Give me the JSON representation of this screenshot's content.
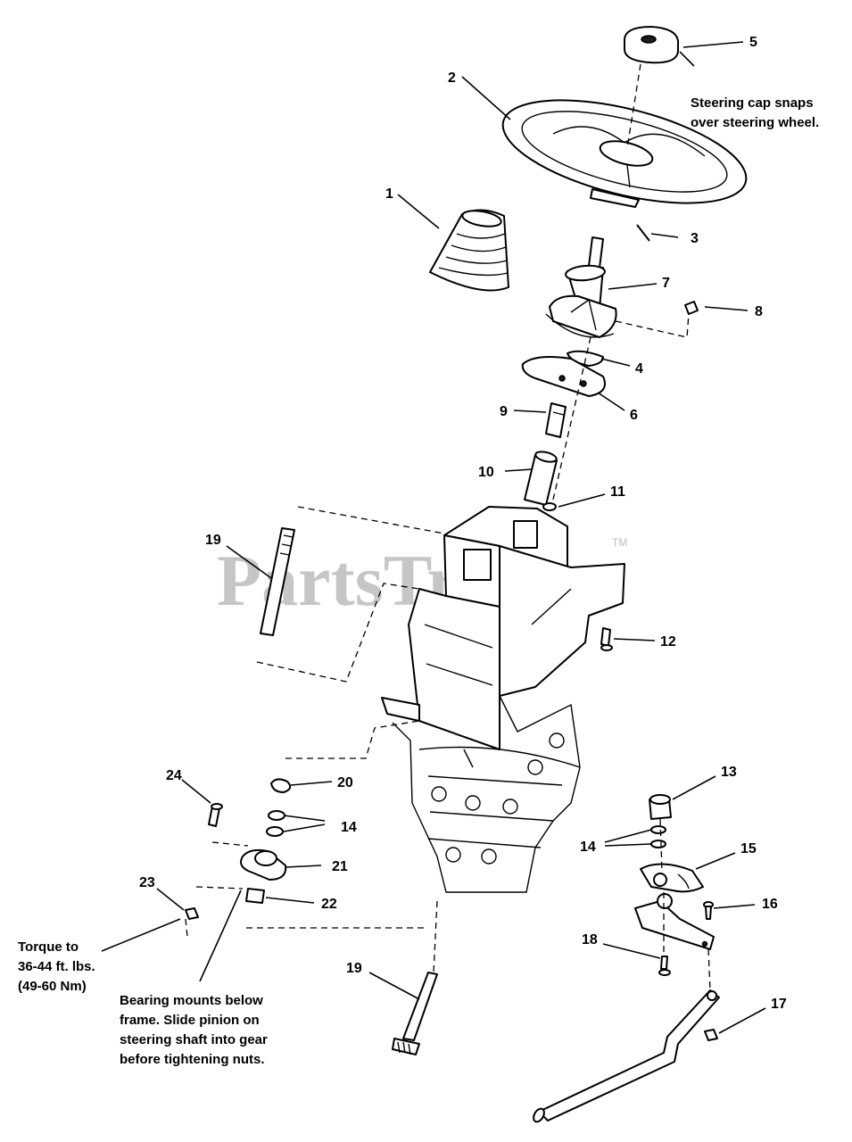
{
  "watermark": {
    "text": "PartsTree",
    "tm": "TM"
  },
  "callouts": {
    "c1": "1",
    "c2": "2",
    "c3": "3",
    "c4": "4",
    "c5": "5",
    "c6": "6",
    "c7": "7",
    "c8": "8",
    "c9": "9",
    "c10": "10",
    "c11": "11",
    "c12": "12",
    "c13": "13",
    "c14a": "14",
    "c14b": "14",
    "c15": "15",
    "c16": "16",
    "c17": "17",
    "c18": "18",
    "c19a": "19",
    "c19b": "19",
    "c20": "20",
    "c21": "21",
    "c22": "22",
    "c23": "23",
    "c24": "24"
  },
  "notes": {
    "steering_cap": [
      "Steering cap snaps",
      "over steering wheel."
    ],
    "torque": [
      "Torque to",
      "36-44 ft. lbs.",
      "(49-60 Nm)"
    ],
    "bearing": [
      "Bearing mounts below",
      "frame.  Slide pinion on",
      "steering shaft into gear",
      "before tightening nuts."
    ]
  }
}
